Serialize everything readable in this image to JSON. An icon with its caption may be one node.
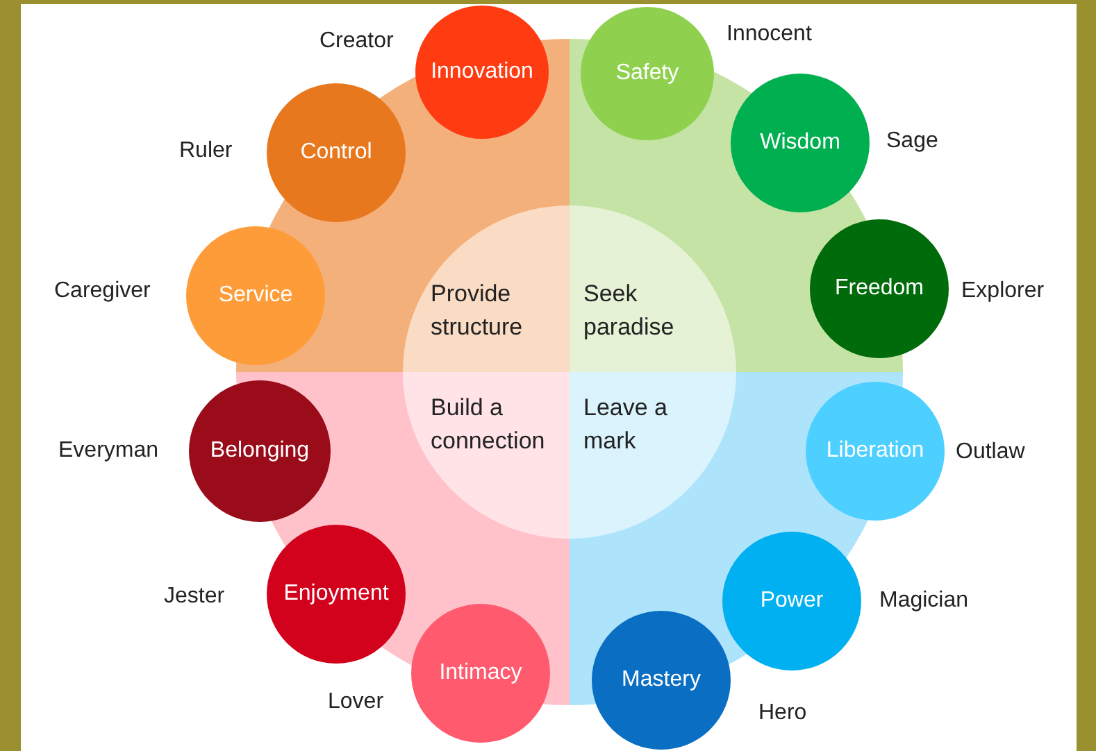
{
  "diagram": {
    "nodes": [
      {
        "text": [
          "Provide structure"
        ]
      },
      {
        "text": [
          "Seek paradise"
        ]
      },
      {
        "text": [
          "Build a connection"
        ]
      },
      {
        "text": [
          "Leave a mark"
        ]
      },
      {
        "text": [
          "Innovation"
        ],
        "beside": [
          "Creator"
        ]
      },
      {
        "text": [
          "Safety"
        ],
        "beside": [
          "Innocent"
        ]
      },
      {
        "text": [
          "Control"
        ],
        "beside": [
          "Ruler"
        ]
      },
      {
        "text": [
          "Wisdom"
        ],
        "beside": [
          "Sage"
        ]
      },
      {
        "text": [
          "Service"
        ],
        "beside": [
          "Caregiver"
        ]
      },
      {
        "text": [
          "Freedom"
        ],
        "beside": [
          "Explorer"
        ]
      },
      {
        "text": [
          "Belonging"
        ],
        "beside": [
          "Everyman"
        ]
      },
      {
        "text": [
          "Liberation"
        ],
        "beside": [
          "Outlaw"
        ]
      },
      {
        "text": [
          "Enjoyment"
        ],
        "beside": [
          "Jester"
        ]
      },
      {
        "text": [
          "Power"
        ],
        "beside": [
          "Magician"
        ]
      },
      {
        "text": [
          "Intimacy"
        ],
        "beside": [
          "Lover"
        ]
      },
      {
        "text": [
          "Mastery"
        ],
        "beside": [
          "Hero"
        ]
      }
    ],
    "edges": []
  }
}
